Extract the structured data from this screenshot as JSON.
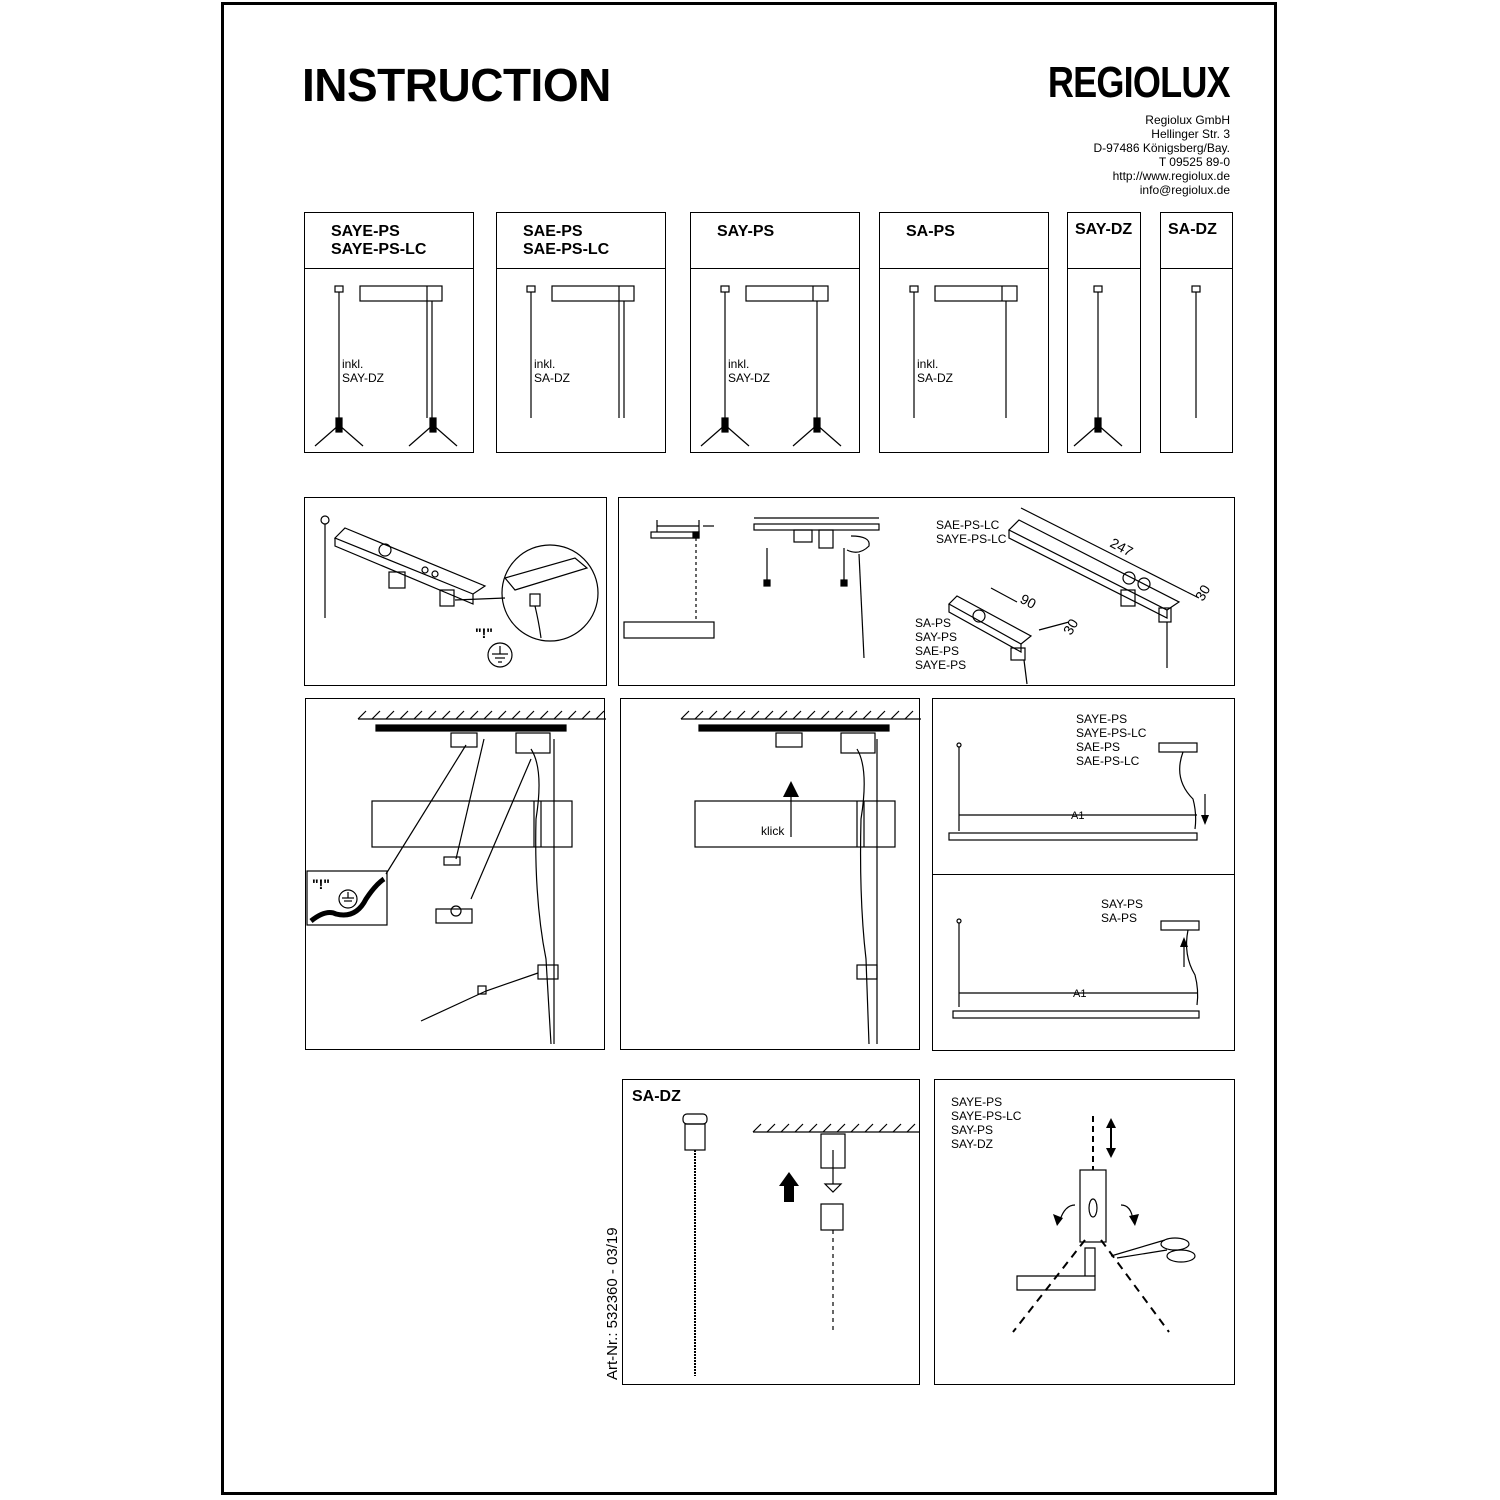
{
  "header": {
    "title": "INSTRUCTION",
    "brand": "REGIOLUX",
    "address": [
      "Regiolux GmbH",
      "Hellinger Str. 3",
      "D-97486 Königsberg/Bay.",
      "T 09525 89-0",
      "http://www.regiolux.de",
      "info@regiolux.de"
    ]
  },
  "products": [
    {
      "lines": [
        "SAYE-PS",
        "SAYE-PS-LC"
      ],
      "note": [
        "inkl.",
        "SAY-DZ"
      ]
    },
    {
      "lines": [
        "SAE-PS",
        "SAE-PS-LC"
      ],
      "note": [
        "inkl.",
        "SA-DZ"
      ]
    },
    {
      "lines": [
        "SAY-PS",
        ""
      ],
      "note": [
        "inkl.",
        "SAY-DZ"
      ]
    },
    {
      "lines": [
        "SA-PS",
        ""
      ],
      "note": [
        "inkl.",
        "SA-DZ"
      ]
    },
    {
      "lines": [
        "SAY-DZ",
        ""
      ],
      "note": [
        "",
        ""
      ]
    },
    {
      "lines": [
        "SA-DZ",
        ""
      ],
      "note": [
        "",
        ""
      ]
    }
  ],
  "step1": {
    "symbol": "\"!\""
  },
  "step2": {
    "group_a": [
      "SAE-PS-LC",
      "SAYE-PS-LC"
    ],
    "group_b": [
      "SA-PS",
      "SAY-PS",
      "SAE-PS",
      "SAYE-PS"
    ],
    "dim_247": "247",
    "dim_30a": "30",
    "dim_90": "90",
    "dim_30b": "30"
  },
  "step3": {
    "symbol": "\"!\""
  },
  "step4": {
    "klick": "klick"
  },
  "step5": {
    "top_models": [
      "SAYE-PS",
      "SAYE-PS-LC",
      "SAE-PS",
      "SAE-PS-LC"
    ],
    "bottom_models": [
      "SAY-PS",
      "SA-PS"
    ],
    "dim": "A1"
  },
  "sadz": {
    "title": "SA-DZ"
  },
  "last": {
    "models": [
      "SAYE-PS",
      "SAYE-PS-LC",
      "SAY-PS",
      "SAY-DZ"
    ]
  },
  "footer": {
    "art_nr": "Art-Nr.: 532360 - 03/19"
  }
}
